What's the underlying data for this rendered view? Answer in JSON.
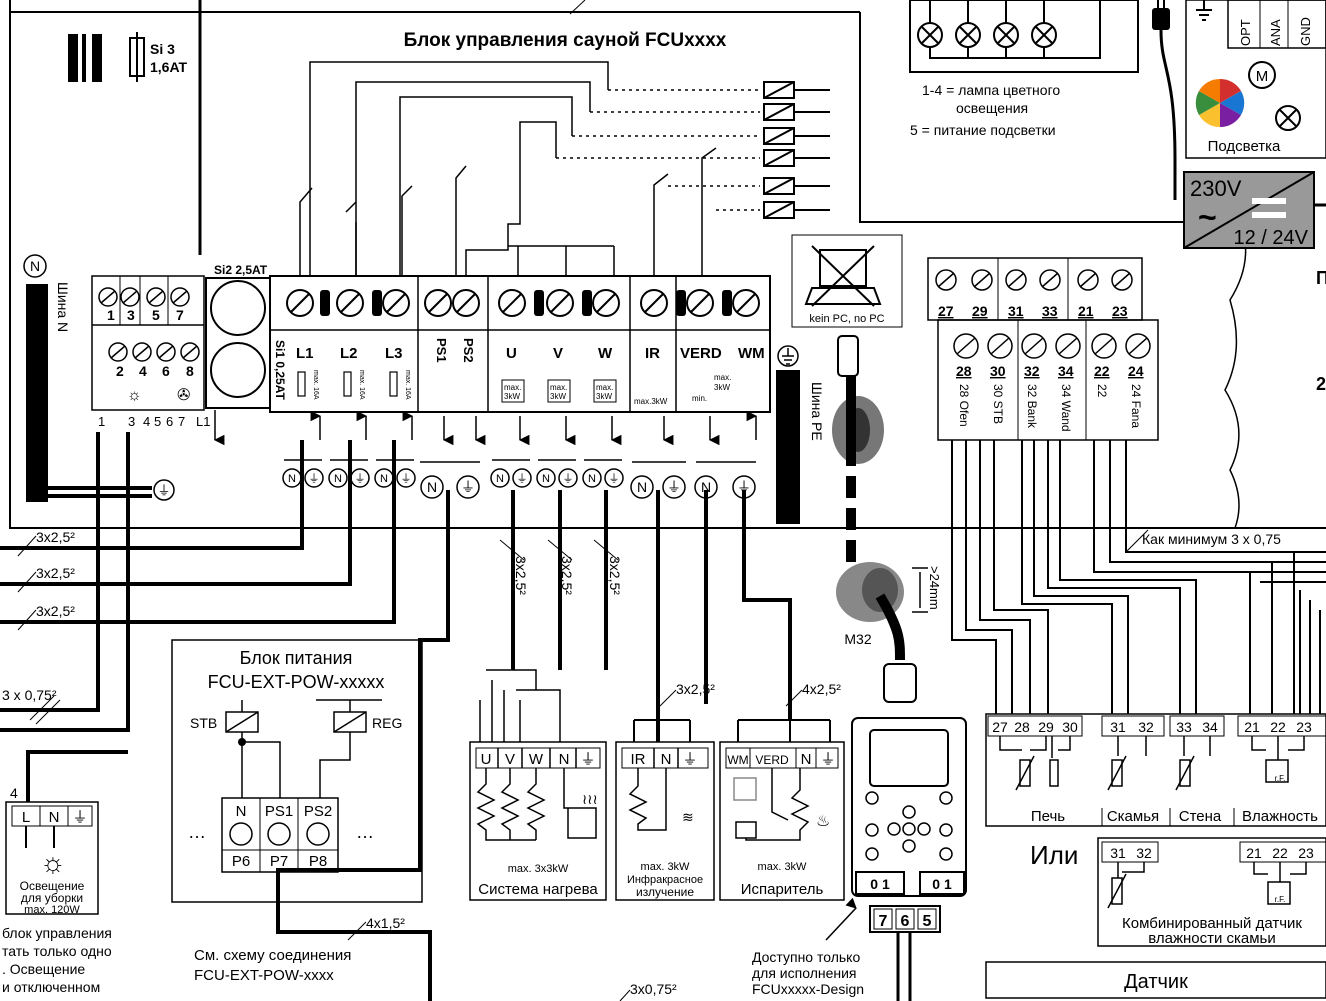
{
  "title": "Блок управления сауной FCUxxxx",
  "fuse_si3": {
    "name": "Si 3",
    "rating": "1,6AT"
  },
  "fuse_si2": "Si2 2,5AT",
  "fuse_si1": "Si1 0,25AT",
  "lamps": {
    "legend_line1": "1-4 = лампа цветного",
    "legend_line2": "освещения",
    "legend_line3": "5 = питание подсветки"
  },
  "backlight": {
    "pins": [
      "OPT",
      "ANA",
      "GND"
    ],
    "motor": "M",
    "label": "Подсветка"
  },
  "psu": {
    "input": "230V",
    "output": "12 / 24V"
  },
  "edge_letters": [
    "П",
    "2"
  ],
  "bus_n": {
    "symbol": "N",
    "label": "Шина N"
  },
  "bus_pe": "Шина PE",
  "pc": "kein PC, no PC",
  "terminals_left_top": [
    "1",
    "3",
    "5",
    "7"
  ],
  "terminals_left_bottom": [
    "2",
    "4",
    "6",
    "8"
  ],
  "left_wire_labels": [
    "1",
    "3",
    "4",
    "5",
    "6",
    "7",
    "L1"
  ],
  "power_terms": [
    "L1",
    "L2",
    "L3"
  ],
  "power_rating": "max. 16A",
  "ps_terms": [
    "PS1",
    "PS2"
  ],
  "heater_terms": [
    "U",
    "V",
    "W"
  ],
  "heater_rating_line1": "max.",
  "heater_rating_line2": "3kW",
  "ir_term": "IR",
  "ir_rating": "max.3kW",
  "verd_term": "VERD",
  "verd_rating_max": "max.",
  "verd_rating_kw": "3kW",
  "verd_rating_min": "min.",
  "wm_term": "WM",
  "sensor_top": [
    "27",
    "29",
    "31",
    "33",
    "21",
    "23"
  ],
  "sensor_mid": [
    "28",
    "30",
    "32",
    "34",
    "22",
    "24"
  ],
  "sensor_vert": [
    "28 Ofen",
    "30 STB",
    "32 Bank",
    "34 Wand",
    "22",
    "24 Fana"
  ],
  "cables": {
    "left": [
      "3x2,5²",
      "3x2,5²",
      "3x2,5²"
    ],
    "left_small": "3 x 0,75²",
    "heater": [
      "3x2,5²",
      "3x2,5²",
      "3x2,5²"
    ],
    "ir": "3x2,5²",
    "verd": "4x2,5²",
    "psu_link": "4x1,5²",
    "bottom": "3x0,75²",
    "sensors": "Как минимум 3 x 0,75"
  },
  "gland": {
    "size": "M32",
    "min_dia": ">24mm"
  },
  "power_block": {
    "title1": "Блок питания",
    "title2": "FCU-EXT-POW-xxxxx",
    "stb": "STB",
    "reg": "REG",
    "pins_top": [
      "N",
      "PS1",
      "PS2"
    ],
    "pins_bottom": [
      "P6",
      "P7",
      "P8"
    ],
    "dots": "…",
    "note1": "См. схему соединения",
    "note2": "FCU-EXT-POW-xxxx"
  },
  "heater_system": {
    "terms": [
      "U",
      "V",
      "W",
      "N"
    ],
    "rating": "max. 3x3kW",
    "label": "Система нагрева"
  },
  "ir_block": {
    "terms": [
      "IR",
      "N"
    ],
    "rating": "max. 3kW",
    "label1": "Инфракрасное",
    "label2": "излучение"
  },
  "evap_block": {
    "terms": [
      "WM",
      "VERD",
      "N"
    ],
    "rating": "max. 3kW",
    "label": "Испаритель"
  },
  "controller": {
    "switch_labels": [
      "0 1",
      "0 1"
    ],
    "pins": [
      "7",
      "6",
      "5"
    ]
  },
  "design_note": [
    "Доступно только",
    "для исполнения",
    "FCUxxxxx-Design"
  ],
  "light": {
    "term_number": "4",
    "terms": [
      "L",
      "N"
    ],
    "label1": "Освещение",
    "label2": "для уборки",
    "label3": "max. 120W"
  },
  "bottom_left_note": [
    "блок управления",
    "тать только одно",
    ". Освещение",
    "и отключенном"
  ],
  "sensor_terms": [
    "27",
    "28",
    "29",
    "30",
    "31",
    "32",
    "33",
    "34",
    "21",
    "22",
    "23"
  ],
  "sensor_names": [
    "Печь",
    "Скамья",
    "Стена",
    "Влажность"
  ],
  "or_label": "Или",
  "combo_terms": [
    "31",
    "32",
    "21",
    "22",
    "23"
  ],
  "combo_label1": "Комбинированный датчик",
  "combo_label2": "влажности скамьи",
  "sensor_box_label": "Датчик",
  "rf_label": "r.F."
}
